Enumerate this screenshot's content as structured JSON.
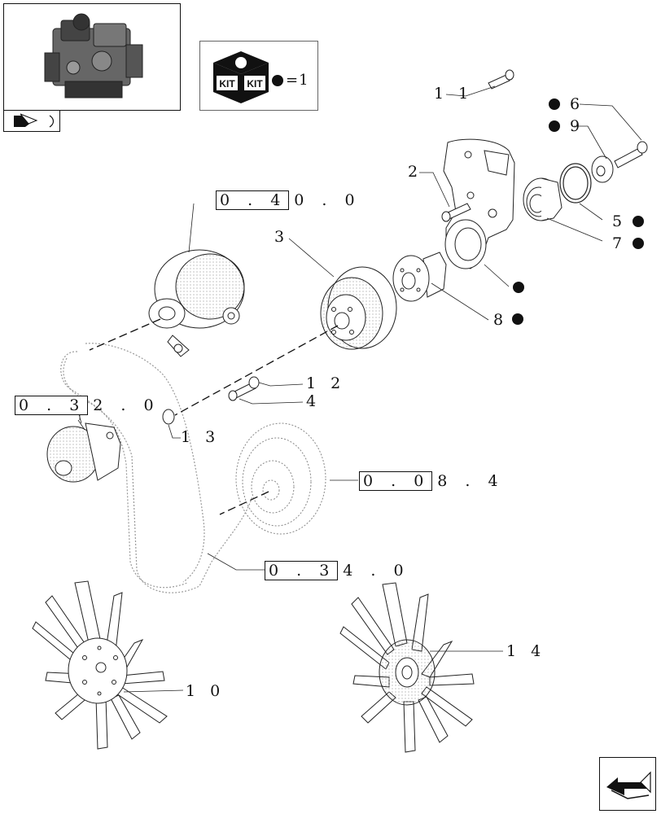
{
  "kit": {
    "logo_text_left": "KIT",
    "logo_text_right": "KIT",
    "legend": "=1"
  },
  "references": {
    "alternator": {
      "boxed": "0 . 4",
      "rest": "0 . 0"
    },
    "tensioner": {
      "boxed": "0 . 3",
      "rest": "2 . 0"
    },
    "damper": {
      "boxed": "0 . 0",
      "rest": "8 . 4"
    },
    "belt": {
      "boxed": "0 . 3",
      "rest": "4 . 0"
    }
  },
  "callouts": {
    "p2": "2",
    "p3": "3",
    "p4": "4",
    "p5": "5",
    "p6": "6",
    "p7": "7",
    "p8": "8",
    "p9": "9",
    "p10": "1 0",
    "p11": "1 1",
    "p12": "1 2",
    "p13": "1 3",
    "p14": "1 4"
  },
  "icons": {
    "thumbnail": "engine-thumbnail-icon",
    "kit": "kit-box-icon",
    "nav": "navigation-arrow-icon",
    "kit_marker": "filled-circle-marker"
  }
}
